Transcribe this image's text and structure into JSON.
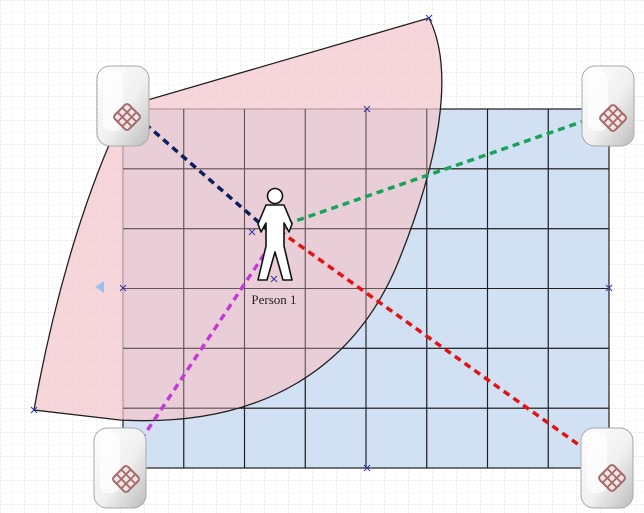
{
  "diagram": {
    "person_label": "Person 1",
    "colors": {
      "background_grid": "#d7d7d7",
      "room_fill": "#d2e0f4",
      "room_grid": "#1f1f1f",
      "coverage_fill": "#f2c6cc",
      "coverage_stroke": "#1f1f1f",
      "handle_marker": "#3a3aa8",
      "ray_top_left": "#0d1f60",
      "ray_top_right": "#16a35a",
      "ray_bottom_left": "#c43ad8",
      "ray_bottom_right": "#e01414",
      "device_body": "#f2f2f2",
      "device_emblem": "#a56a6a"
    },
    "devices": [
      {
        "id": "device-top-left",
        "corner": "top-left"
      },
      {
        "id": "device-top-right",
        "corner": "top-right"
      },
      {
        "id": "device-bottom-left",
        "corner": "bottom-left"
      },
      {
        "id": "device-bottom-right",
        "corner": "bottom-right"
      }
    ],
    "room_grid": {
      "columns": 8,
      "rows": 6
    }
  }
}
